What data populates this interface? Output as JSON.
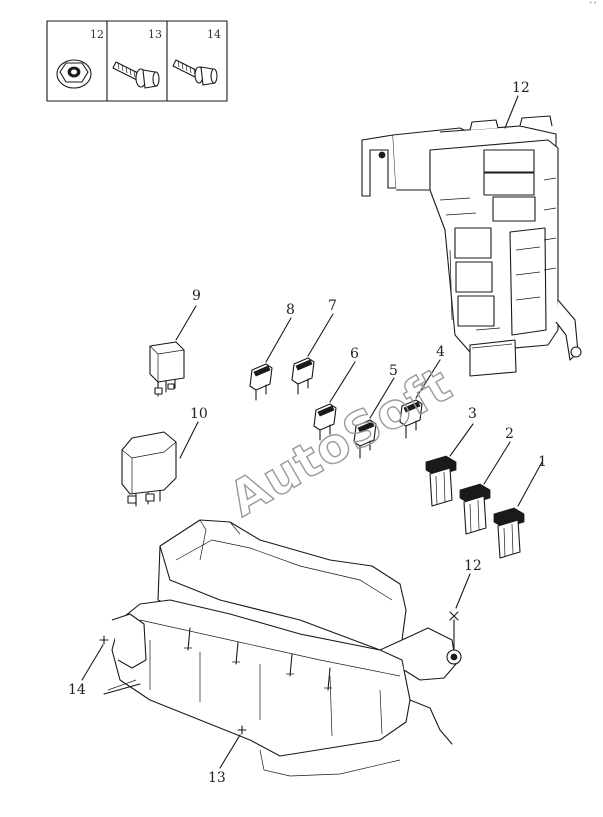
{
  "legend_box": {
    "items": [
      {
        "number": "12",
        "icon": "flange-nut-icon"
      },
      {
        "number": "13",
        "icon": "flange-bolt-icon"
      },
      {
        "number": "14",
        "icon": "short-bolt-icon"
      }
    ]
  },
  "callouts": {
    "c1": "1",
    "c2": "2",
    "c3": "3",
    "c4": "4",
    "c5": "5",
    "c6": "6",
    "c7": "7",
    "c8": "8",
    "c9": "9",
    "c10": "10",
    "c12_top": "12",
    "c12_bottom": "12",
    "c13": "13",
    "c14": "14"
  },
  "watermark": "AutoSoft",
  "corner_mark": "´´",
  "colors": {
    "line": "#1a1a1a",
    "watermark": "#9a9a9a",
    "background": "#ffffff"
  }
}
